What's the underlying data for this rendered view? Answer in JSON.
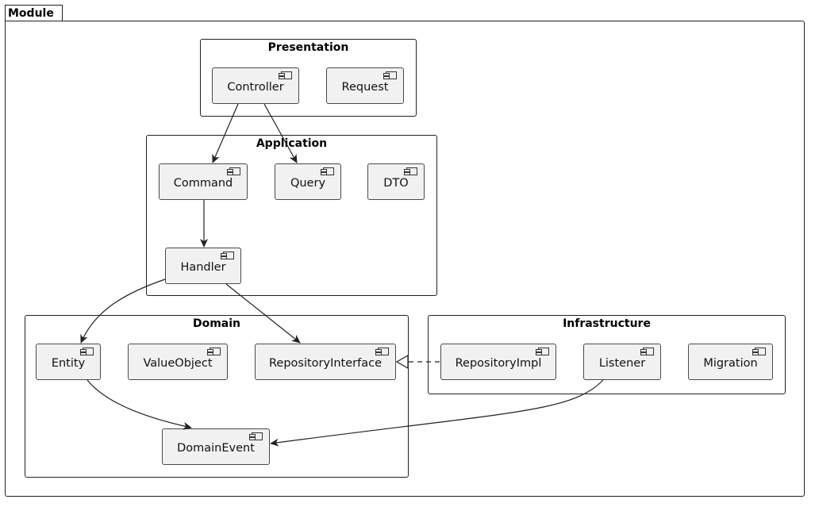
{
  "module": {
    "label": "Module"
  },
  "packages": {
    "presentation": "Presentation",
    "application": "Application",
    "domain": "Domain",
    "infrastructure": "Infrastructure"
  },
  "components": {
    "controller": "Controller",
    "request": "Request",
    "command": "Command",
    "query": "Query",
    "dto": "DTO",
    "handler": "Handler",
    "entity": "Entity",
    "value_object": "ValueObject",
    "repository_interface": "RepositoryInterface",
    "domain_event": "DomainEvent",
    "repository_impl": "RepositoryImpl",
    "listener": "Listener",
    "migration": "Migration"
  },
  "relations": [
    {
      "from": "Controller",
      "to": "Command",
      "type": "dependency"
    },
    {
      "from": "Controller",
      "to": "Query",
      "type": "dependency"
    },
    {
      "from": "Command",
      "to": "Handler",
      "type": "dependency"
    },
    {
      "from": "Handler",
      "to": "Entity",
      "type": "dependency"
    },
    {
      "from": "Handler",
      "to": "RepositoryInterface",
      "type": "dependency"
    },
    {
      "from": "Entity",
      "to": "DomainEvent",
      "type": "dependency"
    },
    {
      "from": "Listener",
      "to": "DomainEvent",
      "type": "dependency"
    },
    {
      "from": "RepositoryImpl",
      "to": "RepositoryInterface",
      "type": "realization"
    }
  ]
}
